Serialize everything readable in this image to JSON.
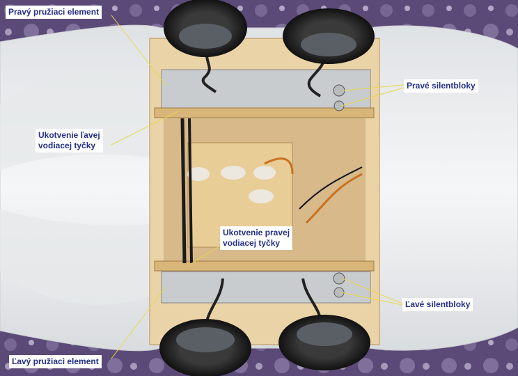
{
  "labels": {
    "right_spring": "Pravý pružiaci element",
    "right_silentblocks": "Pravé silentbloky",
    "left_rod_anchor": "Ukotvenie ľavej\nvodiacej tyčky",
    "right_rod_anchor": "Ukotvenie pravej\nvodiacej tyčky",
    "left_silentblocks": "Ľavé silentbloky",
    "left_spring": "Ľavý pružiaci element"
  },
  "colors": {
    "label_text": "#23308a",
    "label_bg": "#ffffff",
    "leader_line": "#e8d84a",
    "background_cloth": "#5b4a78",
    "fuselage": "#eef0f2",
    "plywood": "#e3c48e"
  }
}
